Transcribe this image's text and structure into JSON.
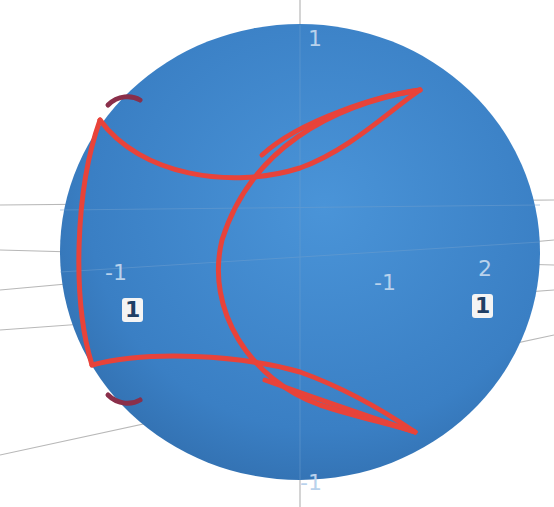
{
  "diagram": {
    "labels": [
      "1",
      "-1",
      "1",
      "-1",
      "2",
      "1",
      "-1"
    ]
  }
}
